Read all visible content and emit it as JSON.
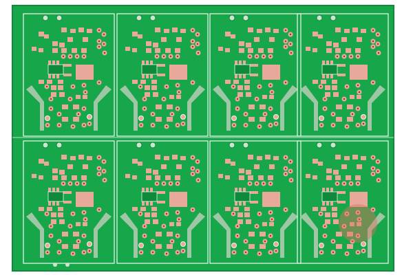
{
  "scene": {
    "subject": "pcb-panel",
    "layout": {
      "columns": 4,
      "rows": 2
    },
    "colors": {
      "background": "#ffffff",
      "solder_mask": "#17a64a",
      "solder_mask_dark": "#0f8a3a",
      "pad": "#e9a99a",
      "drill": "#b0223a",
      "silkscreen": "#f2f7f2",
      "slot": "#9fc6a5",
      "watermark": "#e07060"
    }
  }
}
